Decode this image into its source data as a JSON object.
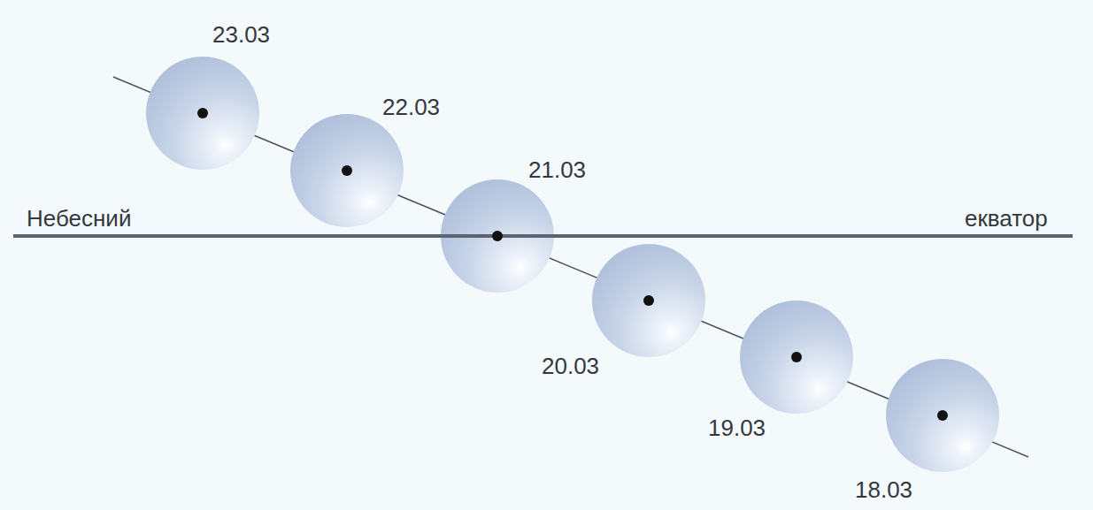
{
  "diagram": {
    "labels": [
      "23.03",
      "22.03",
      "21.03",
      "Небесний",
      "екватор",
      "20.03",
      "19.03",
      "18.03"
    ]
  }
}
